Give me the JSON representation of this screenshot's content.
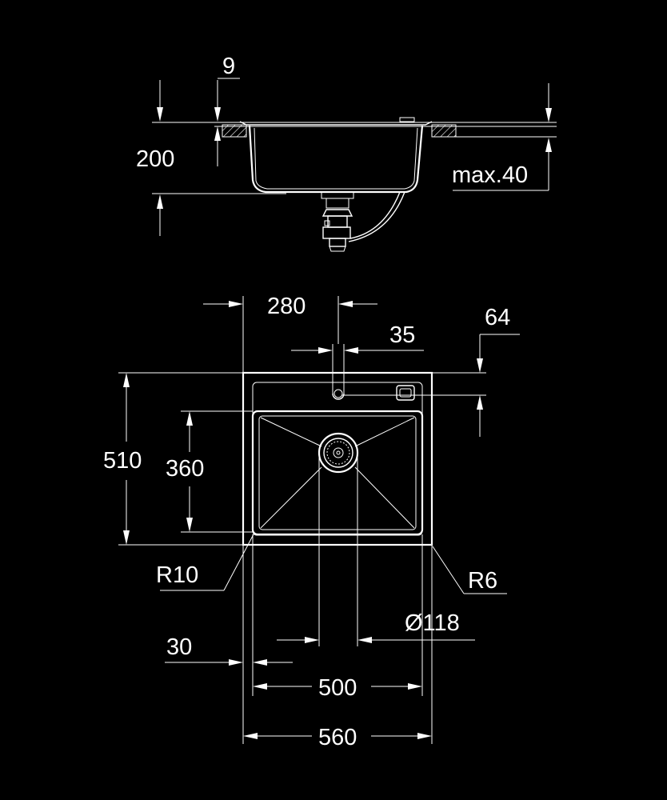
{
  "side_view": {
    "dim_rim": "9",
    "dim_depth": "200",
    "dim_worktop": "max.40"
  },
  "top_view": {
    "dim_tap_offset": "280",
    "dim_tap_hole": "35",
    "dim_tap_edge": "64",
    "dim_total_depth": "510",
    "dim_bowl_depth": "360",
    "dim_radius_inner": "R10",
    "dim_radius_outer": "R6",
    "dim_drain": "Ø118",
    "dim_margin": "30",
    "dim_bowl_width": "500",
    "dim_total_width": "560"
  },
  "colors": {
    "background": "#000000",
    "linework": "#ffffff"
  }
}
